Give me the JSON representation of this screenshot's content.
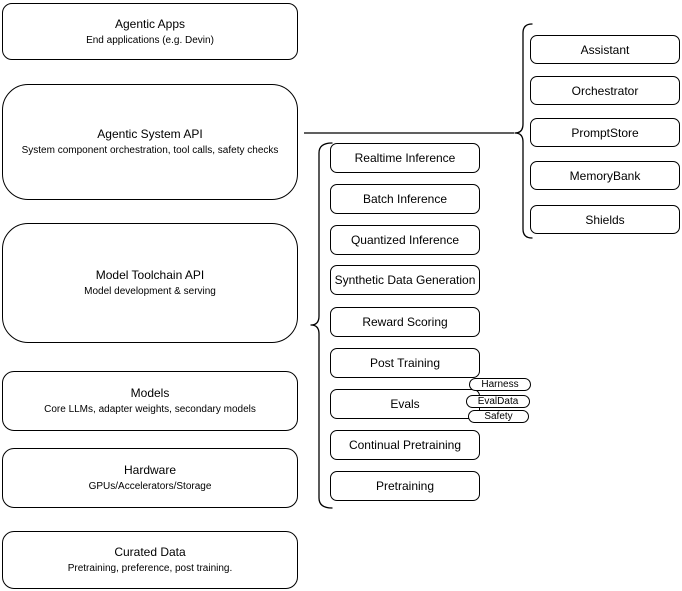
{
  "diagram": {
    "background": "#ffffff",
    "stroke_color": "#000000",
    "text_color": "#000000",
    "layers": [
      {
        "title": "Agentic Apps",
        "subtitle": "End applications (e.g. Devin)"
      },
      {
        "title": "Agentic System API",
        "subtitle": "System component orchestration, tool calls, safety checks"
      },
      {
        "title": "Model Toolchain API",
        "subtitle": "Model development & serving"
      },
      {
        "title": "Models",
        "subtitle": "Core LLMs, adapter weights, secondary models"
      },
      {
        "title": "Hardware",
        "subtitle": "GPUs/Accelerators/Storage"
      },
      {
        "title": "Curated Data",
        "subtitle": "Pretraining, preference, post training."
      }
    ],
    "toolchain_components": [
      "Realtime Inference",
      "Batch Inference",
      "Quantized Inference",
      "Synthetic Data Generation",
      "Reward Scoring",
      "Post Training",
      "Evals",
      "Continual Pretraining",
      "Pretraining"
    ],
    "evals_tags": [
      "Harness",
      "EvalData",
      "Safety"
    ],
    "system_components": [
      "Assistant",
      "Orchestrator",
      "PromptStore",
      "MemoryBank",
      "Shields"
    ]
  }
}
